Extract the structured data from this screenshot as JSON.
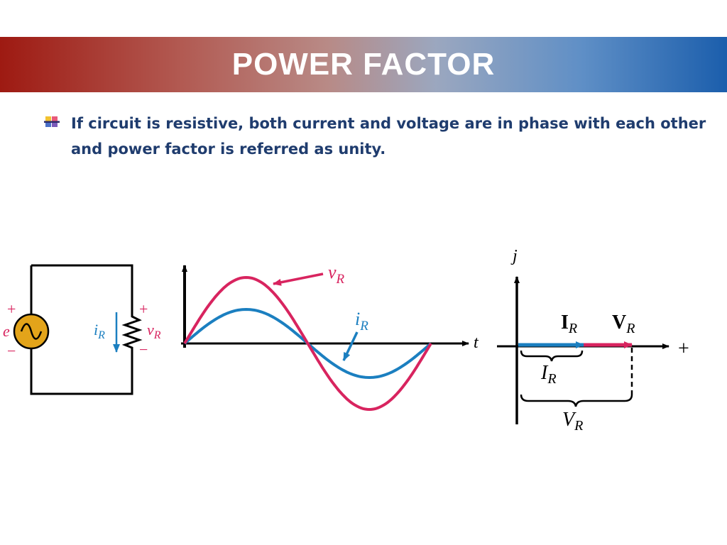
{
  "slide": {
    "title": "POWER FACTOR",
    "bullet": "If circuit is resistive, both current and voltage are in phase with each other and power factor is referred as unity."
  },
  "circuit": {
    "plus_top": "+",
    "minus_bottom": "−",
    "source_label": "e",
    "current_label": "i",
    "current_sub": "R",
    "resistor_plus": "+",
    "resistor_minus": "−",
    "voltage_label": "v",
    "voltage_sub": "R"
  },
  "waveform": {
    "v_label": "v",
    "v_sub": "R",
    "i_label": "i",
    "i_sub": "R",
    "t_label": "t"
  },
  "phasor": {
    "j_label": "j",
    "plus_label": "+",
    "I_bold": "I",
    "I_bold_sub": "R",
    "V_bold": "V",
    "V_bold_sub": "R",
    "I_mag": "I",
    "I_mag_sub": "R",
    "V_mag": "V",
    "V_mag_sub": "R"
  },
  "colors": {
    "voltage": "#d8245f",
    "current": "#1b7fc0",
    "title_text": "#ffffff",
    "bullet_text": "#1f3c6e",
    "source_fill": "#e3a41a"
  }
}
